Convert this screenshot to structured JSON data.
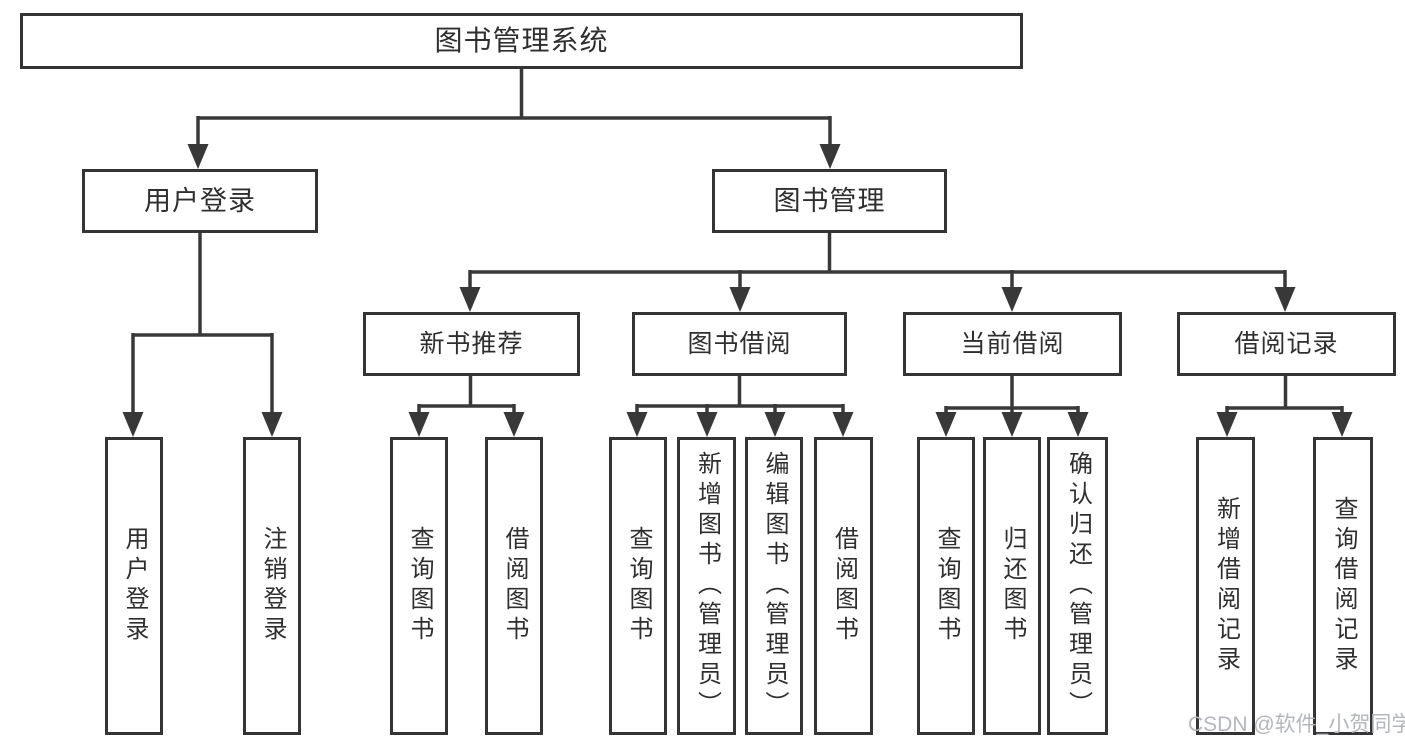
{
  "colors": {
    "background": "#ffffff",
    "line": "#383838",
    "box_border": "#343434",
    "text": "#2f2f2f",
    "watermark": "#b3b7bd"
  },
  "nodes": {
    "root": "图书管理系统",
    "level2": {
      "user_login": "用户登录",
      "book_management": "图书管理"
    },
    "level3": {
      "new_book_recommendation": "新书推荐",
      "book_borrowing": "图书借阅",
      "current_borrowing": "当前借阅",
      "borrowing_records": "借阅记录"
    },
    "leaves": {
      "user_login": [
        "用户登录",
        "注销登录"
      ],
      "new_book_recommendation": [
        "查询图书",
        "借阅图书"
      ],
      "book_borrowing": [
        "查询图书",
        "新增图书（管理员）",
        "编辑图书（管理员）",
        "借阅图书"
      ],
      "current_borrowing": [
        "查询图书",
        "归还图书",
        "确认归还（管理员）"
      ],
      "borrowing_records": [
        "新增借阅记录",
        "查询借阅记录"
      ]
    }
  },
  "watermark": {
    "text": "CSDN @软件_小贺同学"
  }
}
